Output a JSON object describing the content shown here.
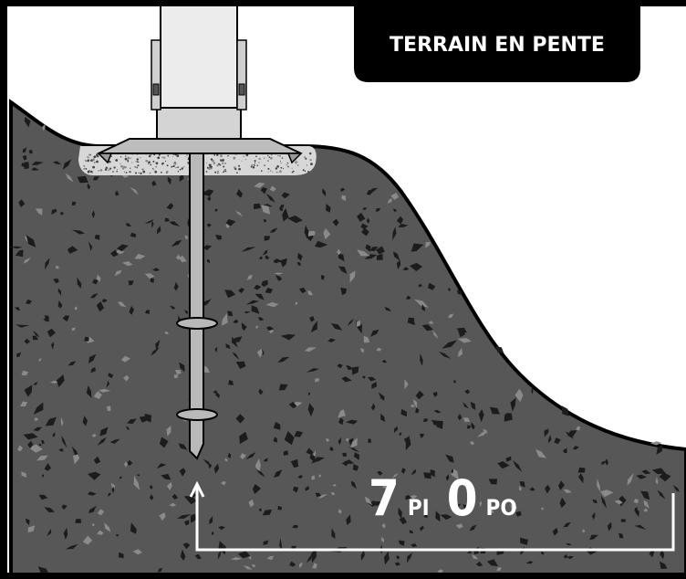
{
  "diagram": {
    "title": "TERRAIN EN PENTE",
    "measurement": {
      "feet_value": "7",
      "feet_unit": "PI",
      "inch_value": "0",
      "inch_unit": "PO"
    }
  },
  "colors": {
    "ground": "#575757",
    "ground_speckle": "#1c1c1c",
    "ground_light_speckle": "#8a8a8a",
    "gravel_pad": "#d7d7d7",
    "post": "#ececec",
    "post_base": "#d4d4d4",
    "plate": "#bdbdbd",
    "pile_shaft": "#b9b9b9",
    "outline": "#000000",
    "title_bg": "#000000",
    "dimension_line": "#ffffff",
    "frame": "#000000"
  }
}
